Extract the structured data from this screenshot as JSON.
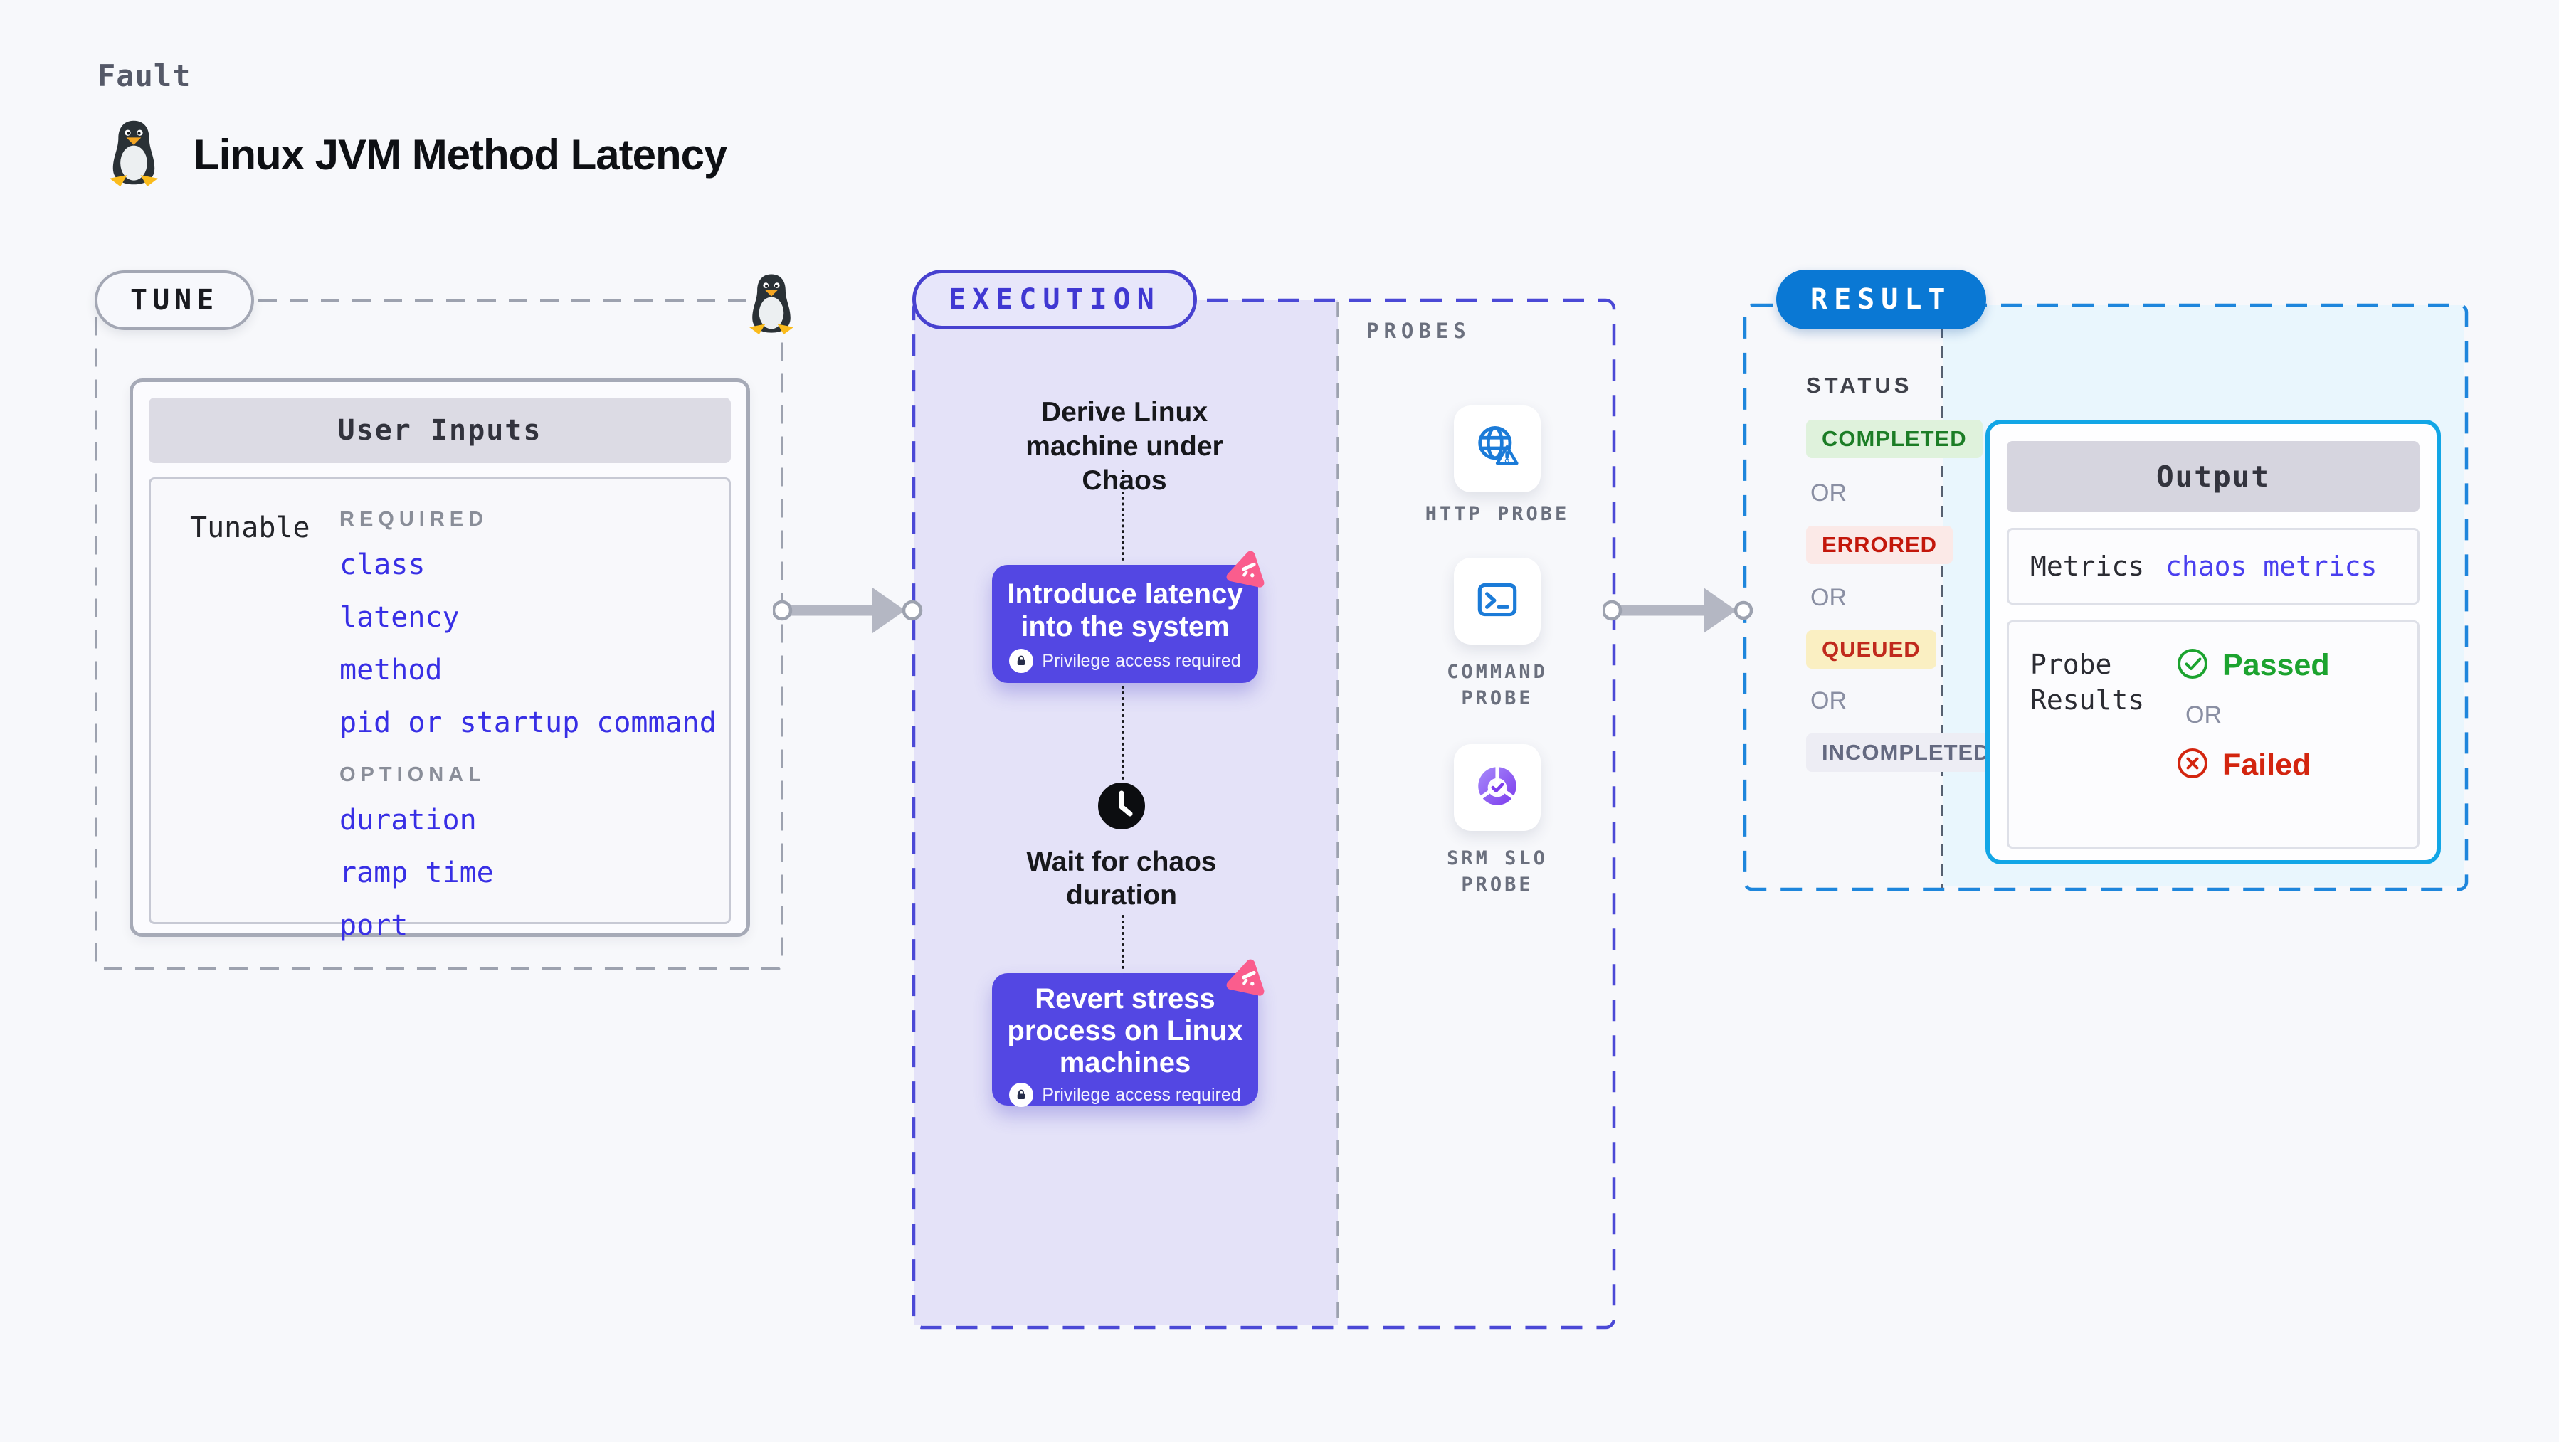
{
  "header": {
    "fault_label": "Fault",
    "title": "Linux JVM Method Latency"
  },
  "tune": {
    "label": "TUNE",
    "card_title": "User Inputs",
    "row_label": "Tunable",
    "required_label": "REQUIRED",
    "required_items": [
      "class",
      "latency",
      "method",
      "pid or startup command"
    ],
    "optional_label": "OPTIONAL",
    "optional_items": [
      "duration",
      "ramp time",
      "port"
    ]
  },
  "execution": {
    "label": "EXECUTION",
    "derive_step": "Derive Linux machine under Chaos",
    "introduce_step": "Introduce latency into the system",
    "wait_step": "Wait for chaos duration",
    "revert_step": "Revert stress process on Linux machines",
    "privilege_note": "Privilege access required"
  },
  "probes": {
    "label": "PROBES",
    "items": [
      {
        "label": "HTTP PROBE"
      },
      {
        "label": "COMMAND PROBE"
      },
      {
        "label": "SRM SLO PROBE"
      }
    ]
  },
  "result": {
    "label": "RESULT",
    "status_label": "STATUS",
    "or_label": "OR",
    "statuses": [
      {
        "key": "completed",
        "label": "COMPLETED"
      },
      {
        "key": "errored",
        "label": "ERRORED"
      },
      {
        "key": "queued",
        "label": "QUEUED"
      },
      {
        "key": "incompleted",
        "label": "INCOMPLETED"
      }
    ],
    "output": {
      "title": "Output",
      "metrics_label": "Metrics",
      "metrics_value": "chaos metrics",
      "probe_results_label": "Probe Results",
      "passed_label": "Passed",
      "failed_label": "Failed"
    }
  },
  "colors": {
    "page_bg": "#F7F8FB",
    "tune_dash": "#9DA2AF",
    "execution_accent": "#4741CF",
    "execution_panel_bg": "#E4E2F8",
    "node_purple": "#5347E3",
    "pink_badge": "#FA5D8D",
    "probe_icon_blue": "#1B7BD8",
    "srm_purple": "#7C3AED",
    "result_blue": "#0A78D4",
    "result_dash": "#1E86DC",
    "result_panel_bg": "#E9F6FD",
    "output_border": "#12A6E6",
    "link_indigo": "#382FE5",
    "status_completed": {
      "bg": "#DFF2DC",
      "text": "#1C7D26"
    },
    "status_errored": {
      "bg": "#FBE9E7",
      "text": "#C3170B"
    },
    "status_queued": {
      "bg": "#FAEFC2",
      "text": "#C02A1D"
    },
    "status_incompleted": {
      "bg": "#EDEDF4",
      "text": "#646980"
    },
    "passed_green": "#1CA32F",
    "failed_red": "#D3250F"
  }
}
